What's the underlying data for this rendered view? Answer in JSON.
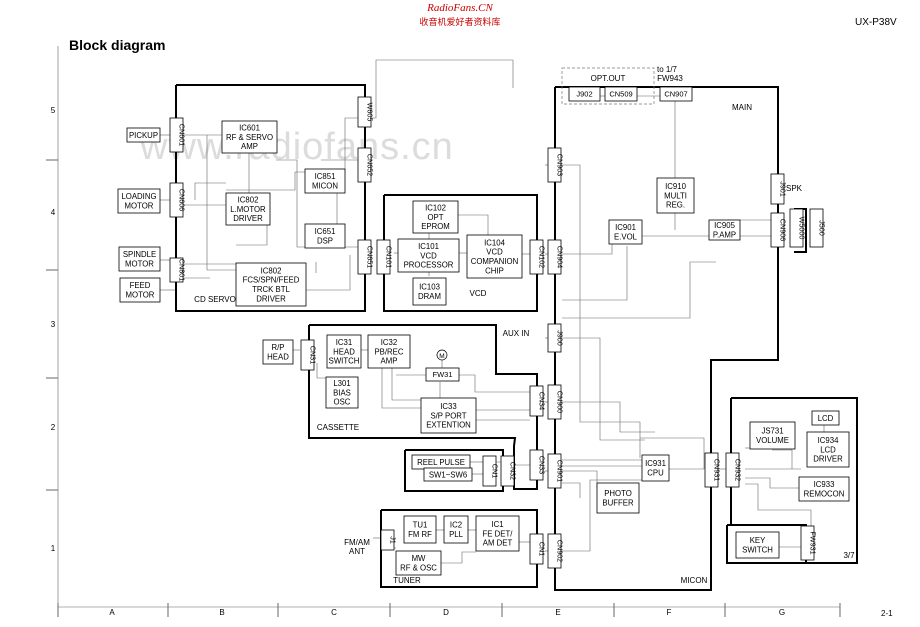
{
  "header": {
    "site_name": "RadioFans.CN",
    "site_subtitle": "收音机爱好者资料库",
    "model": "UX-P38V",
    "title": "Block diagram",
    "watermark": "www.radiofans.cn",
    "page_number": "2-1"
  },
  "colors": {
    "line": "#000000",
    "thin_line": "#666666",
    "site_red": "#cc0000",
    "dashed": "#777777"
  },
  "grid": {
    "columns": [
      "A",
      "B",
      "C",
      "D",
      "E",
      "F",
      "G"
    ],
    "rows": [
      "5",
      "4",
      "3",
      "2",
      "1"
    ]
  },
  "sections": {
    "cd_servo": "CD SERVO",
    "vcd": "VCD",
    "cassette": "CASSETTE",
    "tuner": "TUNER",
    "main": "MAIN",
    "micon": "MICON",
    "fw943_ref": [
      "to 1/7",
      "FW943"
    ],
    "ref_3_7": "3/7",
    "opt_out": "OPT.OUT",
    "spk": "SPK",
    "aux_in": "AUX IN",
    "fm_am_ant": [
      "FM/AM",
      "ANT"
    ]
  },
  "blocks": {
    "pickup": [
      "PICKUP"
    ],
    "loading_motor": [
      "LOADING",
      "MOTOR"
    ],
    "spindle_motor": [
      "SPINDLE",
      "MOTOR"
    ],
    "feed_motor": [
      "FEED",
      "MOTOR"
    ],
    "ic601": [
      "IC601",
      "RF & SERVO",
      "AMP"
    ],
    "ic802_lmotor": [
      "IC802",
      "L.MOTOR",
      "DRIVER"
    ],
    "ic851": [
      "IC851",
      "MICON"
    ],
    "ic651": [
      "IC651",
      "DSP"
    ],
    "ic802_fcs": [
      "IC802",
      "FCS/SPN/FEED",
      "TRCK BTL",
      "DRIVER"
    ],
    "ic102": [
      "IC102",
      "OPT",
      "EPROM"
    ],
    "ic101": [
      "IC101",
      "VCD",
      "PROCESSOR"
    ],
    "ic104": [
      "IC104",
      "VCD",
      "COMPANION",
      "CHIP"
    ],
    "ic103": [
      "IC103",
      "DRAM"
    ],
    "rp_head": [
      "R/P",
      "HEAD"
    ],
    "ic31": [
      "IC31",
      "HEAD",
      "SWITCH"
    ],
    "ic32": [
      "IC32",
      "PB/REC",
      "AMP"
    ],
    "l301": [
      "L301",
      "BIAS",
      "OSC"
    ],
    "ic33": [
      "IC33",
      "S/P PORT",
      "EXTENTION"
    ],
    "reel_pulse": [
      "REEL PULSE"
    ],
    "sw1_sw6": [
      "SW1~SW6"
    ],
    "tu1": [
      "TU1",
      "FM RF"
    ],
    "ic2": [
      "IC2",
      "PLL"
    ],
    "ic1": [
      "IC1",
      "FE DET/",
      "AM DET"
    ],
    "mw": [
      "MW",
      "RF & OSC"
    ],
    "ic910": [
      "IC910",
      "MULTI",
      "REG."
    ],
    "ic901": [
      "IC901",
      "E.VOL"
    ],
    "ic905": [
      "IC905",
      "P.AMP"
    ],
    "ic931": [
      "IC931",
      "CPU"
    ],
    "photo_buffer": [
      "PHOTO",
      "BUFFER"
    ],
    "lcd": [
      "LCD"
    ],
    "js731": [
      "JS731",
      "VOLUME"
    ],
    "ic934": [
      "IC934",
      "LCD",
      "DRIVER"
    ],
    "ic933": [
      "IC933",
      "REMOCON"
    ],
    "key_switch": [
      "KEY",
      "SWITCH"
    ]
  },
  "connectors": {
    "j902": "J902",
    "cn509": "CN509",
    "cn907": "CN907",
    "cn601": "CN601",
    "cn606": "CN606",
    "cn801": "CN801",
    "w605": "W605",
    "cn652": "CN652",
    "cn651": "CN651",
    "cn101": "CN101",
    "cn102": "CN102",
    "cn903": "CN903",
    "cn904": "CN904",
    "j900": "J900",
    "cn900": "CN900",
    "cn901": "CN901",
    "cn902": "CN902",
    "cn31": "CN31",
    "cn34": "CN34",
    "cn33": "CN33",
    "cn32": "CN32",
    "cn1_reel": "CN1",
    "fw31": "FW31",
    "j1": "J1",
    "cn1_tuner": "CN1",
    "j901": "J901",
    "cn906": "CN906",
    "w5000": "W5000",
    "j500": "J500",
    "cn931": "CN931",
    "cn932": "CN932",
    "fw931": "FW931",
    "motor_symbol": "M"
  }
}
